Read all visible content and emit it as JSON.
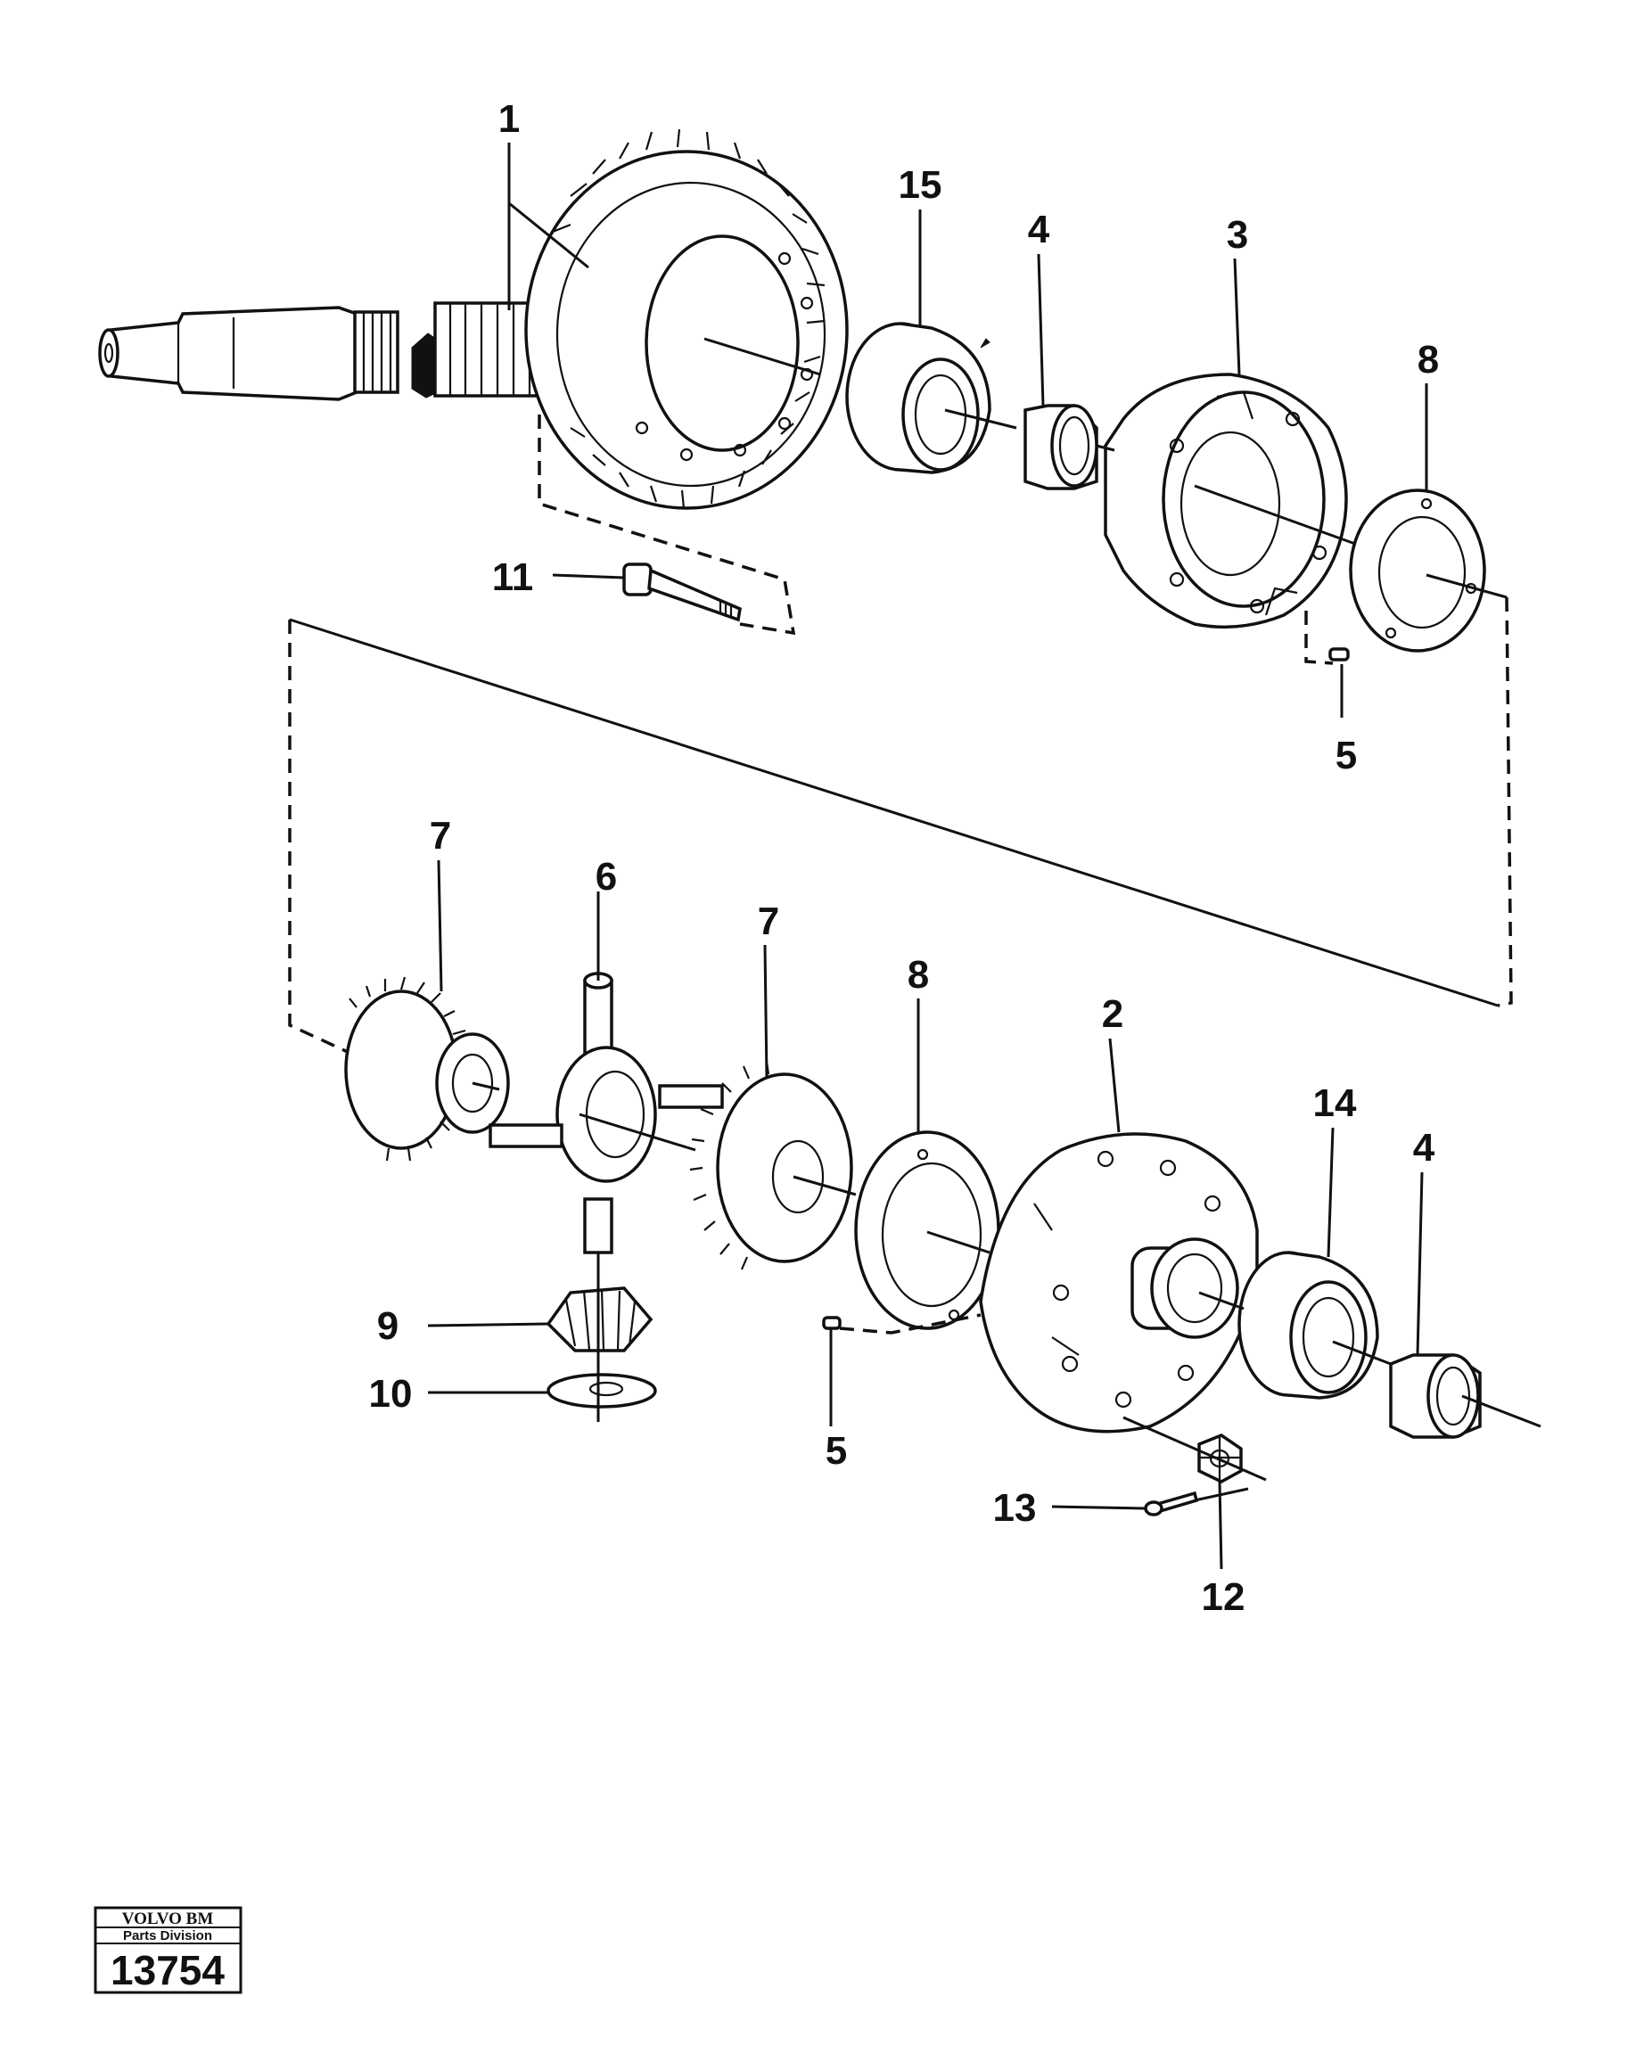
{
  "callouts": [
    {
      "id": "c1",
      "text": "1"
    },
    {
      "id": "c15",
      "text": "15"
    },
    {
      "id": "c4a",
      "text": "4"
    },
    {
      "id": "c3",
      "text": "3"
    },
    {
      "id": "c8a",
      "text": "8"
    },
    {
      "id": "c11",
      "text": "11"
    },
    {
      "id": "c5a",
      "text": "5"
    },
    {
      "id": "c7a",
      "text": "7"
    },
    {
      "id": "c6",
      "text": "6"
    },
    {
      "id": "c7b",
      "text": "7"
    },
    {
      "id": "c8b",
      "text": "8"
    },
    {
      "id": "c2",
      "text": "2"
    },
    {
      "id": "c14",
      "text": "14"
    },
    {
      "id": "c4b",
      "text": "4"
    },
    {
      "id": "c9",
      "text": "9"
    },
    {
      "id": "c10",
      "text": "10"
    },
    {
      "id": "c5b",
      "text": "5"
    },
    {
      "id": "c13",
      "text": "13"
    },
    {
      "id": "c12",
      "text": "12"
    }
  ],
  "badge": {
    "brand": "VOLVO BM",
    "division": "Parts Division",
    "number": "13754"
  }
}
